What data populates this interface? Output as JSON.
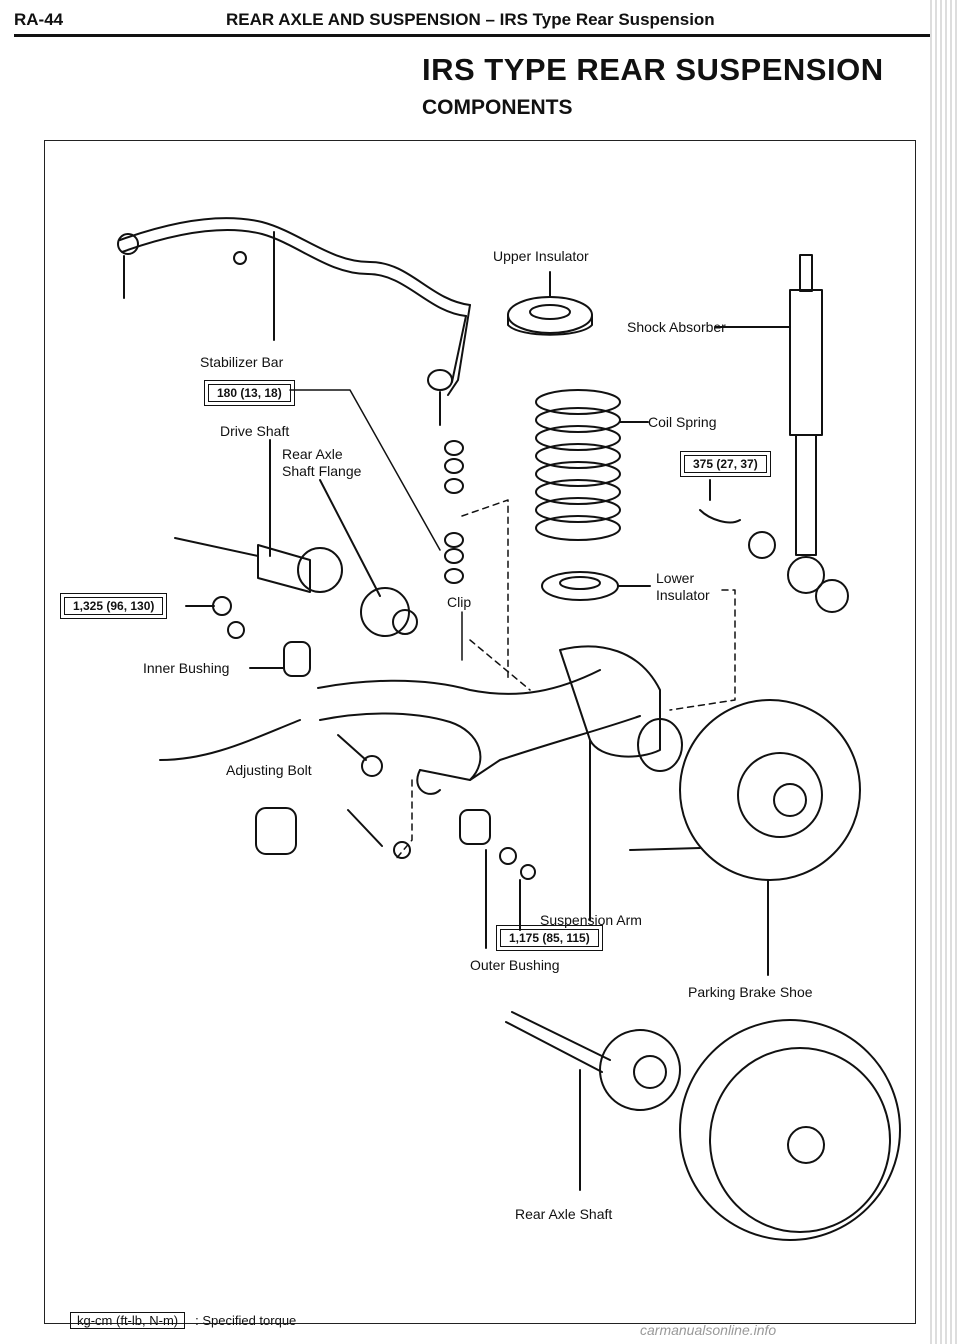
{
  "header": {
    "page_number": "RA-44",
    "section_title": "REAR AXLE AND SUSPENSION – IRS Type Rear Suspension"
  },
  "title": "IRS TYPE REAR SUSPENSION",
  "subtitle": "COMPONENTS",
  "labels": {
    "upper_insulator": "Upper Insulator",
    "shock_absorber": "Shock Absorber",
    "stabilizer_bar": "Stabilizer Bar",
    "drive_shaft": "Drive Shaft",
    "rear_axle_shaft_flange_1": "Rear Axle",
    "rear_axle_shaft_flange_2": "Shaft Flange",
    "coil_spring": "Coil Spring",
    "clip": "Clip",
    "lower_insulator_1": "Lower",
    "lower_insulator_2": "Insulator",
    "inner_bushing": "Inner Bushing",
    "adjusting_bolt": "Adjusting Bolt",
    "suspension_arm": "Suspension Arm",
    "outer_bushing": "Outer Bushing",
    "parking_brake_shoe": "Parking Brake Shoe",
    "rear_axle_shaft": "Rear Axle Shaft"
  },
  "torques": {
    "stabilizer": "180 (13, 18)",
    "shock_lower": "375 (27, 37)",
    "drive_shaft": "1,325 (96, 130)",
    "suspension_arm": "1,175 (85, 115)"
  },
  "legend": {
    "unit_box": "kg-cm (ft-lb, N-m)",
    "description": ": Specified torque"
  },
  "watermark": "carmanualsonline.info"
}
